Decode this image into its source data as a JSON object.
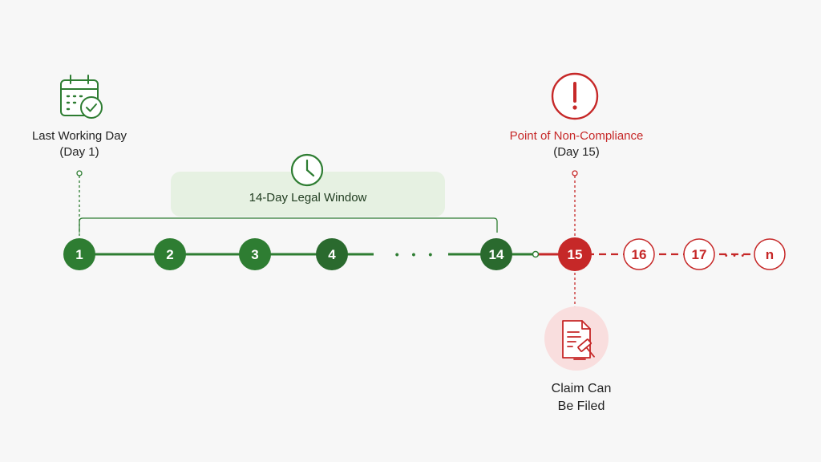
{
  "start_marker": {
    "label_line1": "Last Working Day",
    "label_line2": "(Day 1)",
    "icon": "calendar-check-icon",
    "color": "#2e7d32"
  },
  "legal_window": {
    "label": "14-Day Legal Window",
    "icon": "clock-icon",
    "fill_color": "#e6f1e2",
    "color": "#2e7d32"
  },
  "noncompliance_marker": {
    "label_line1": "Point of Non-Compliance",
    "label_line2": "(Day 15)",
    "icon": "exclamation-circle-icon",
    "color": "#c62828"
  },
  "claim_marker": {
    "label_line1": "Claim Can",
    "label_line2": "Be Filed",
    "icon": "document-gavel-icon",
    "color": "#c62828",
    "bg_color": "#f9dede"
  },
  "timeline": {
    "green_color": "#2e7d32",
    "red_color": "#c62828",
    "ellipsis": "• • •",
    "days_compliant": [
      {
        "label": "1"
      },
      {
        "label": "2"
      },
      {
        "label": "3"
      },
      {
        "label": "4"
      },
      {
        "label": "14"
      }
    ],
    "day_noncompliance": {
      "label": "15"
    },
    "days_after": [
      {
        "label": "16"
      },
      {
        "label": "17"
      },
      {
        "label": "n"
      }
    ]
  }
}
